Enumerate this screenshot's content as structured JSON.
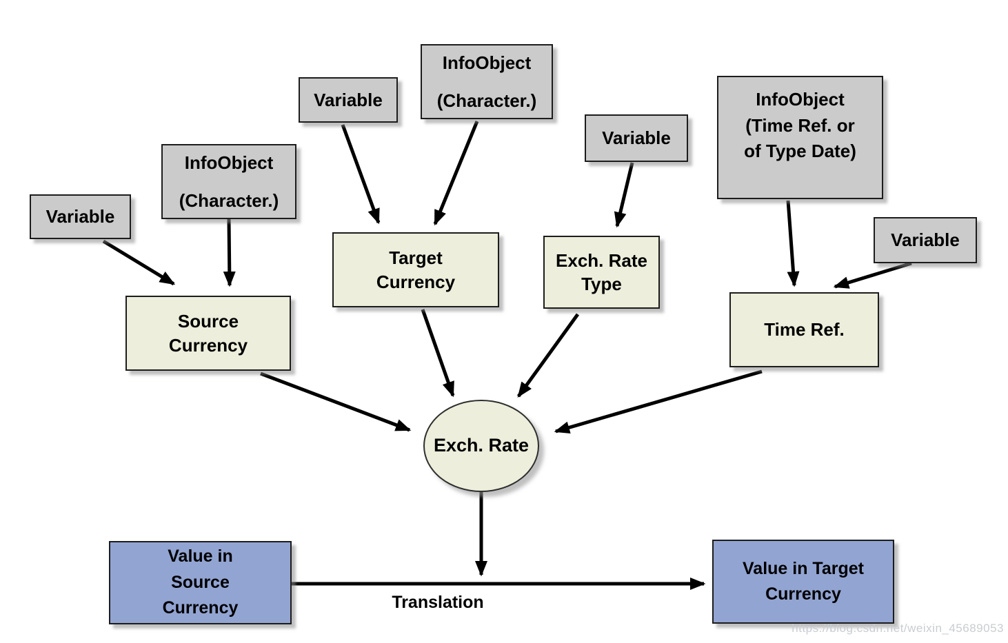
{
  "diagram": {
    "nodes": {
      "variable_source": {
        "label": "Variable"
      },
      "infoobject_source": {
        "label": "InfoObject\n(Character.)"
      },
      "source_currency": {
        "label": "Source\nCurrency"
      },
      "variable_target": {
        "label": "Variable"
      },
      "infoobject_target": {
        "label": "InfoObject\n(Character.)"
      },
      "target_currency": {
        "label": "Target\nCurrency"
      },
      "variable_exch_rate": {
        "label": "Variable"
      },
      "exch_rate_type": {
        "label": "Exch. Rate\nType"
      },
      "infoobject_time": {
        "label": "InfoObject\n(Time Ref. or\nof Type Date)"
      },
      "variable_time": {
        "label": "Variable"
      },
      "time_ref": {
        "label": "Time Ref."
      },
      "exch_rate": {
        "label": "Exch. Rate"
      },
      "value_in_source": {
        "label": "Value in\nSource\nCurrency"
      },
      "value_in_target": {
        "label": "Value in Target\nCurrency"
      },
      "translation": {
        "label": "Translation"
      }
    },
    "colors": {
      "gray_box": "#cbcbcb",
      "cream_box": "#edeedb",
      "blue_box": "#92a4d2",
      "border": "#1c1c1c",
      "arrow": "#000000"
    },
    "watermark": "https://blog.csdn.net/weixin_45689053"
  }
}
